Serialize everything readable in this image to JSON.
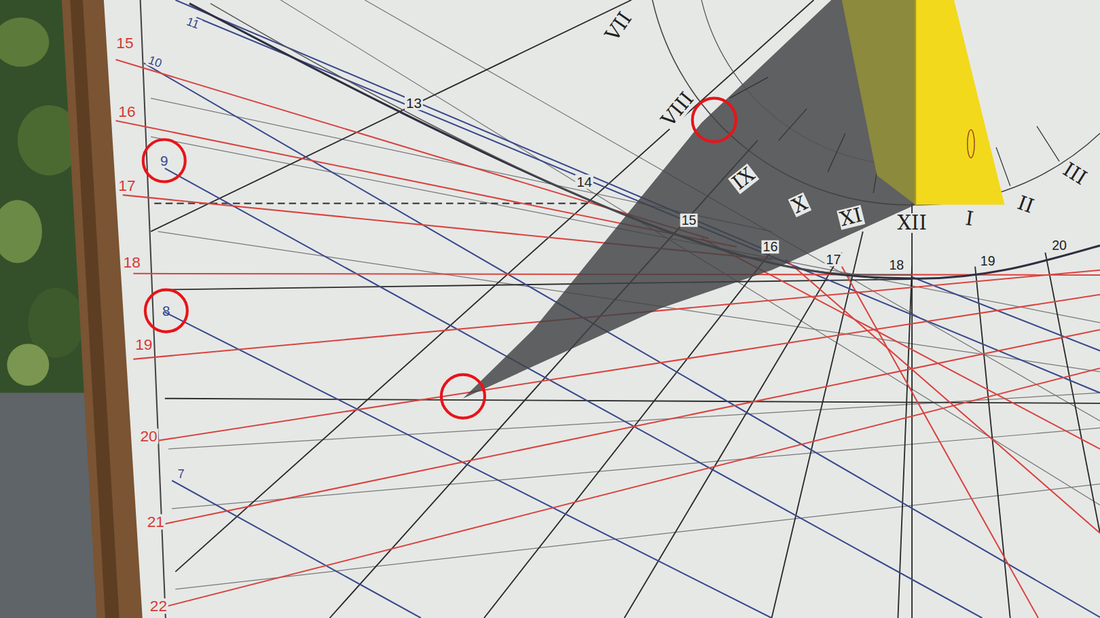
{
  "diagram": {
    "nodes": [
      {
        "text": [
          "9"
        ]
      },
      {
        "text": [
          "8"
        ]
      }
    ],
    "labels": [
      "11",
      "10",
      "7",
      "15",
      "16",
      "17",
      "18",
      "19",
      "20",
      "21",
      "22",
      "13",
      "14",
      "15",
      "16",
      "17",
      "18",
      "19",
      "20",
      "VII",
      "VIII",
      "IX",
      "X",
      "XI",
      "XII",
      "I",
      "II",
      "III"
    ]
  }
}
